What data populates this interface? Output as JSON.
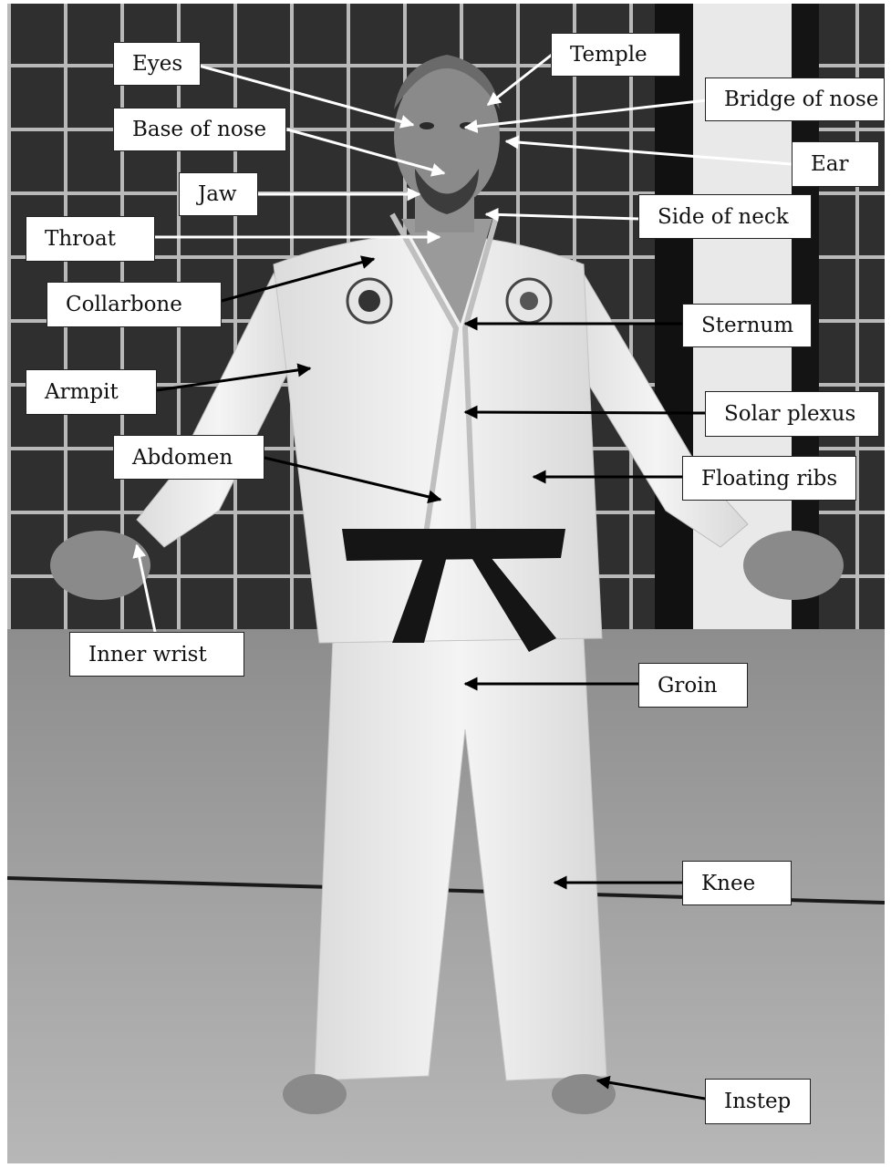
{
  "labels": {
    "eyes": "Eyes",
    "temple": "Temple",
    "bridge_of_nose": "Bridge of nose",
    "base_of_nose": "Base of nose",
    "ear": "Ear",
    "jaw": "Jaw",
    "side_of_neck": "Side of neck",
    "throat": "Throat",
    "collarbone": "Collarbone",
    "sternum": "Sternum",
    "armpit": "Armpit",
    "solar_plexus": "Solar plexus",
    "abdomen": "Abdomen",
    "floating_ribs": "Floating ribs",
    "inner_wrist": "Inner wrist",
    "groin": "Groin",
    "knee": "Knee",
    "instep": "Instep"
  },
  "colors": {
    "arrow_white": "#ffffff",
    "arrow_black": "#000000",
    "label_bg": "#ffffff",
    "wall_tile": "#2e2e2e",
    "grout": "#bdbdbd",
    "floor": "#a8a8a8",
    "gi": "#ececec",
    "belt": "#151515"
  }
}
